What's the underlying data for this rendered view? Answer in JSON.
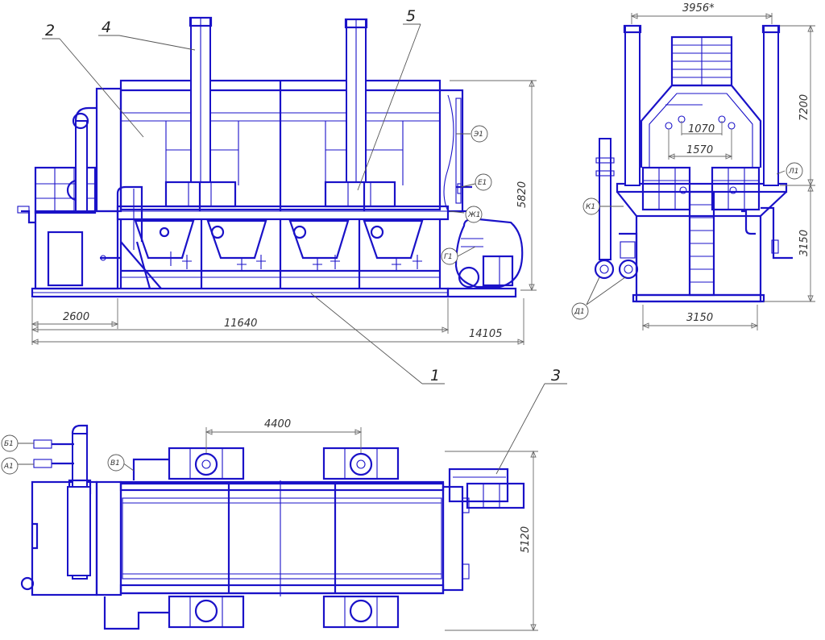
{
  "dimensions": {
    "front_2600": "2600",
    "front_11640": "11640",
    "front_14105": "14105",
    "front_5820": "5820",
    "side_3956": "3956*",
    "side_7200": "7200",
    "side_3150_vert": "3150",
    "side_3150_horiz": "3150",
    "side_1070": "1070",
    "side_1570": "1570",
    "plan_4400": "4400",
    "plan_5120": "5120"
  },
  "positions": {
    "p1": "1",
    "p2": "2",
    "p3": "3",
    "p4": "4",
    "p5": "5"
  },
  "ports": {
    "e1": "Э1",
    "ye1": "Е1",
    "zh1": "Ж1",
    "g1": "Г1",
    "k1": "К1",
    "d1": "Д1",
    "l1": "Л1",
    "b1": "Б1",
    "a1": "А1",
    "v1": "В1"
  }
}
